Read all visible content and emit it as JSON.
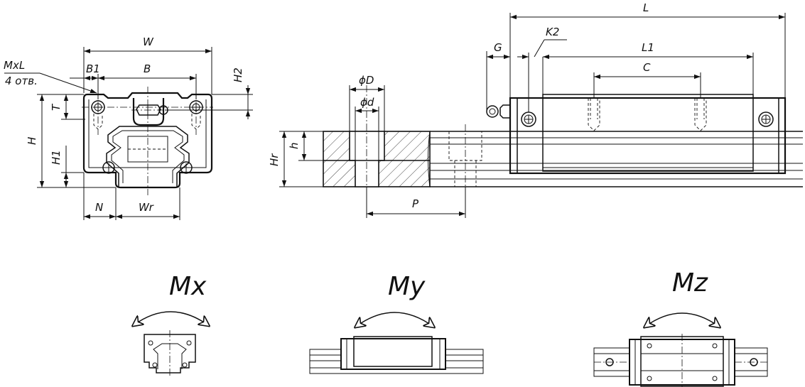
{
  "labels": {
    "W": "W",
    "B1": "B1",
    "B": "B",
    "MxL": "MxL",
    "holes": "4 отв.",
    "H2": "H2",
    "T": "T",
    "H": "H",
    "H1": "H1",
    "N": "N",
    "Wr": "Wr",
    "phiD": "ϕD",
    "phid": "ϕd",
    "Hr": "Hr",
    "h": "h",
    "P": "P",
    "G": "G",
    "K2": "K2",
    "L": "L",
    "L1": "L1",
    "C": "C"
  },
  "moments": {
    "mx": "Mx",
    "my": "My",
    "mz": "Mz"
  },
  "colors": {
    "line": "#111111",
    "background": "#ffffff"
  }
}
